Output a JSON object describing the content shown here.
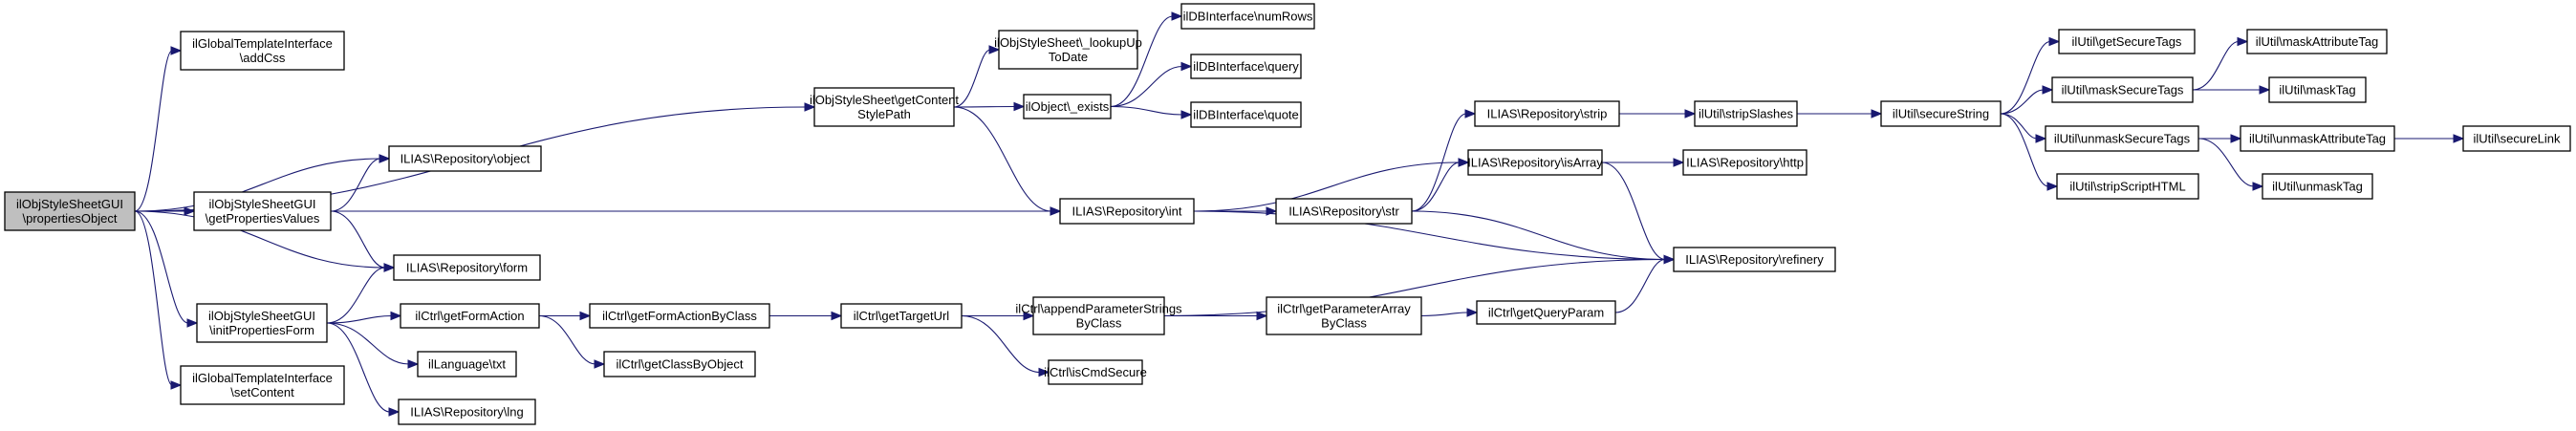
{
  "diagram": {
    "title": "ilObjStyleSheetGUI\\propertiesObject call graph",
    "edge_color": "#191970",
    "root_fill": "#bfbfbf",
    "nodes": [
      {
        "id": "root",
        "lines": [
          "ilObjStyleSheetGUI",
          "\\propertiesObject"
        ],
        "root": true
      },
      {
        "id": "addCss",
        "lines": [
          "ilGlobalTemplateInterface",
          "\\addCss"
        ]
      },
      {
        "id": "getContentStylePath",
        "lines": [
          "ilObjStyleSheet\\getContent",
          "StylePath"
        ]
      },
      {
        "id": "lookupUpToDate",
        "lines": [
          "ilObjStyleSheet\\_lookupUp",
          "ToDate"
        ]
      },
      {
        "id": "exists",
        "lines": [
          "ilObject\\_exists"
        ]
      },
      {
        "id": "numRows",
        "lines": [
          "ilDBInterface\\numRows"
        ]
      },
      {
        "id": "query",
        "lines": [
          "ilDBInterface\\query"
        ]
      },
      {
        "id": "quote",
        "lines": [
          "ilDBInterface\\quote"
        ]
      },
      {
        "id": "object",
        "lines": [
          "ILIAS\\Repository\\object"
        ]
      },
      {
        "id": "getPropertiesValues",
        "lines": [
          "ilObjStyleSheetGUI",
          "\\getPropertiesValues"
        ]
      },
      {
        "id": "int",
        "lines": [
          "ILIAS\\Repository\\int"
        ]
      },
      {
        "id": "str",
        "lines": [
          "ILIAS\\Repository\\str"
        ]
      },
      {
        "id": "strip",
        "lines": [
          "ILIAS\\Repository\\strip"
        ]
      },
      {
        "id": "isArray",
        "lines": [
          "ILIAS\\Repository\\isArray"
        ]
      },
      {
        "id": "http",
        "lines": [
          "ILIAS\\Repository\\http"
        ]
      },
      {
        "id": "stripSlashes",
        "lines": [
          "ilUtil\\stripSlashes"
        ]
      },
      {
        "id": "secureString",
        "lines": [
          "ilUtil\\secureString"
        ]
      },
      {
        "id": "getSecureTags",
        "lines": [
          "ilUtil\\getSecureTags"
        ]
      },
      {
        "id": "maskSecureTags",
        "lines": [
          "ilUtil\\maskSecureTags"
        ]
      },
      {
        "id": "unmaskSecureTags",
        "lines": [
          "ilUtil\\unmaskSecureTags"
        ]
      },
      {
        "id": "stripScriptHTML",
        "lines": [
          "ilUtil\\stripScriptHTML"
        ]
      },
      {
        "id": "maskAttributeTag",
        "lines": [
          "ilUtil\\maskAttributeTag"
        ]
      },
      {
        "id": "maskTag",
        "lines": [
          "ilUtil\\maskTag"
        ]
      },
      {
        "id": "unmaskAttributeTag",
        "lines": [
          "ilUtil\\unmaskAttributeTag"
        ]
      },
      {
        "id": "unmaskTag",
        "lines": [
          "ilUtil\\unmaskTag"
        ]
      },
      {
        "id": "secureLink",
        "lines": [
          "ilUtil\\secureLink"
        ]
      },
      {
        "id": "refinery",
        "lines": [
          "ILIAS\\Repository\\refinery"
        ]
      },
      {
        "id": "form",
        "lines": [
          "ILIAS\\Repository\\form"
        ]
      },
      {
        "id": "initPropertiesForm",
        "lines": [
          "ilObjStyleSheetGUI",
          "\\initPropertiesForm"
        ]
      },
      {
        "id": "getFormAction",
        "lines": [
          "ilCtrl\\getFormAction"
        ]
      },
      {
        "id": "getFormActionByClass",
        "lines": [
          "ilCtrl\\getFormActionByClass"
        ]
      },
      {
        "id": "getClassByObject",
        "lines": [
          "ilCtrl\\getClassByObject"
        ]
      },
      {
        "id": "getTargetUrl",
        "lines": [
          "ilCtrl\\getTargetUrl"
        ]
      },
      {
        "id": "appendParameterStrings",
        "lines": [
          "ilCtrl\\appendParameterStrings",
          "ByClass"
        ]
      },
      {
        "id": "getParameterArray",
        "lines": [
          "ilCtrl\\getParameterArray",
          "ByClass"
        ]
      },
      {
        "id": "getQueryParam",
        "lines": [
          "ilCtrl\\getQueryParam"
        ]
      },
      {
        "id": "isCmdSecure",
        "lines": [
          "ilCtrl\\isCmdSecure"
        ]
      },
      {
        "id": "txt",
        "lines": [
          "ilLanguage\\txt"
        ]
      },
      {
        "id": "lng",
        "lines": [
          "ILIAS\\Repository\\lng"
        ]
      },
      {
        "id": "setContent",
        "lines": [
          "ilGlobalTemplateInterface",
          "\\setContent"
        ]
      }
    ],
    "edges": [
      [
        "root",
        "addCss"
      ],
      [
        "root",
        "getContentStylePath"
      ],
      [
        "root",
        "object"
      ],
      [
        "root",
        "getPropertiesValues"
      ],
      [
        "root",
        "form"
      ],
      [
        "root",
        "initPropertiesForm"
      ],
      [
        "root",
        "setContent"
      ],
      [
        "getContentStylePath",
        "lookupUpToDate"
      ],
      [
        "getContentStylePath",
        "exists"
      ],
      [
        "getContentStylePath",
        "int"
      ],
      [
        "exists",
        "numRows"
      ],
      [
        "exists",
        "query"
      ],
      [
        "exists",
        "quote"
      ],
      [
        "getPropertiesValues",
        "object"
      ],
      [
        "getPropertiesValues",
        "int"
      ],
      [
        "getPropertiesValues",
        "form"
      ],
      [
        "int",
        "str"
      ],
      [
        "int",
        "isArray"
      ],
      [
        "int",
        "refinery"
      ],
      [
        "str",
        "strip"
      ],
      [
        "str",
        "isArray"
      ],
      [
        "str",
        "refinery"
      ],
      [
        "strip",
        "stripSlashes"
      ],
      [
        "stripSlashes",
        "secureString"
      ],
      [
        "isArray",
        "http"
      ],
      [
        "isArray",
        "refinery"
      ],
      [
        "secureString",
        "getSecureTags"
      ],
      [
        "secureString",
        "maskSecureTags"
      ],
      [
        "secureString",
        "unmaskSecureTags"
      ],
      [
        "secureString",
        "stripScriptHTML"
      ],
      [
        "maskSecureTags",
        "maskAttributeTag"
      ],
      [
        "maskSecureTags",
        "maskTag"
      ],
      [
        "unmaskSecureTags",
        "unmaskAttributeTag"
      ],
      [
        "unmaskSecureTags",
        "unmaskTag"
      ],
      [
        "unmaskAttributeTag",
        "secureLink"
      ],
      [
        "initPropertiesForm",
        "form"
      ],
      [
        "initPropertiesForm",
        "getFormAction"
      ],
      [
        "initPropertiesForm",
        "txt"
      ],
      [
        "initPropertiesForm",
        "lng"
      ],
      [
        "getFormAction",
        "getFormActionByClass"
      ],
      [
        "getFormAction",
        "getClassByObject"
      ],
      [
        "getFormActionByClass",
        "getTargetUrl"
      ],
      [
        "getTargetUrl",
        "appendParameterStrings"
      ],
      [
        "getTargetUrl",
        "isCmdSecure"
      ],
      [
        "appendParameterStrings",
        "getParameterArray"
      ],
      [
        "appendParameterStrings",
        "refinery"
      ],
      [
        "getParameterArray",
        "getQueryParam"
      ],
      [
        "getQueryParam",
        "refinery"
      ]
    ]
  }
}
